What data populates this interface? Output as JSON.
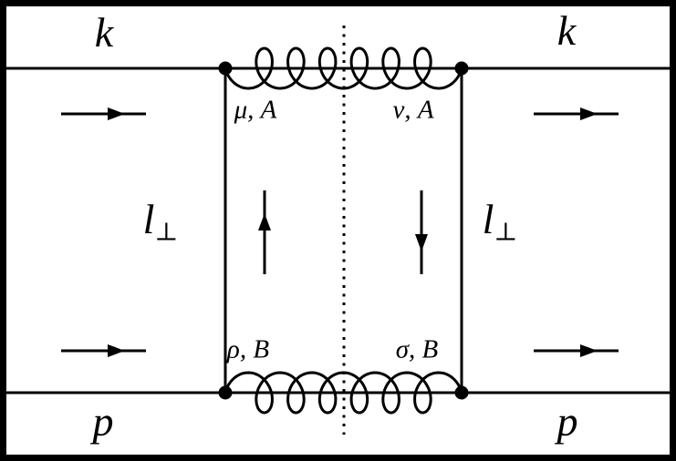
{
  "colors": {
    "background": "#ffffff",
    "line": "#000000"
  },
  "diagram": {
    "type": "feynman-forward-scattering-cut-diagram",
    "labels": {
      "k_left": "k",
      "k_right": "k",
      "p_left": "p",
      "p_right": "p",
      "l_left_main": "l",
      "l_left_sub": "⊥",
      "l_right_main": "l",
      "l_right_sub": "⊥",
      "gluon_top_left_index": "μ, A",
      "gluon_top_right_index": "ν, A",
      "gluon_bottom_left_index": "ρ, B",
      "gluon_bottom_right_index": "σ, B"
    }
  }
}
